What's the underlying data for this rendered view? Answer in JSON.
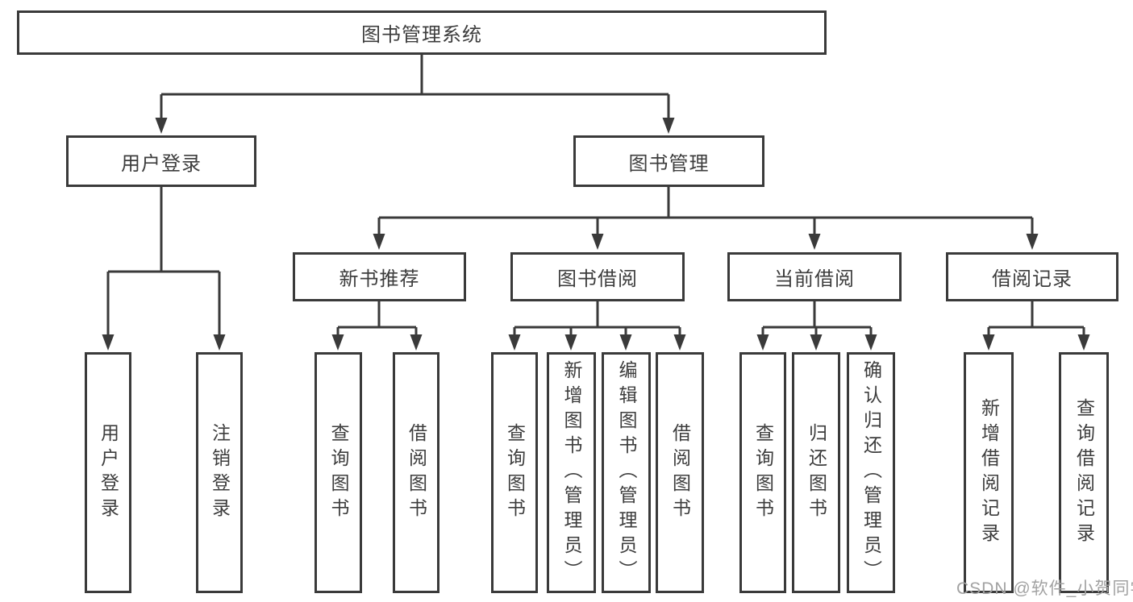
{
  "colors": {
    "line": "#3a3a3a",
    "text": "#3d3d3d",
    "background": "#ffffff",
    "watermark": "#a2a2a2"
  },
  "diagram": {
    "root": {
      "label": "图书管理系统"
    },
    "level2": [
      {
        "label": "用户登录"
      },
      {
        "label": "图书管理"
      }
    ],
    "level3": [
      {
        "label": "新书推荐"
      },
      {
        "label": "图书借阅"
      },
      {
        "label": "当前借阅"
      },
      {
        "label": "借阅记录"
      }
    ],
    "leaves": [
      {
        "label": "用户登录"
      },
      {
        "label": "注销登录"
      },
      {
        "label": "查询图书"
      },
      {
        "label": "借阅图书"
      },
      {
        "label": "查询图书"
      },
      {
        "label": "新增图书（管理员）"
      },
      {
        "label": "编辑图书（管理员）"
      },
      {
        "label": "借阅图书"
      },
      {
        "label": "查询图书"
      },
      {
        "label": "归还图书"
      },
      {
        "label": "确认归还（管理员）"
      },
      {
        "label": "新增借阅记录"
      },
      {
        "label": "查询借阅记录"
      }
    ]
  },
  "watermark": {
    "text": "CSDN @软件_小贺同学"
  }
}
